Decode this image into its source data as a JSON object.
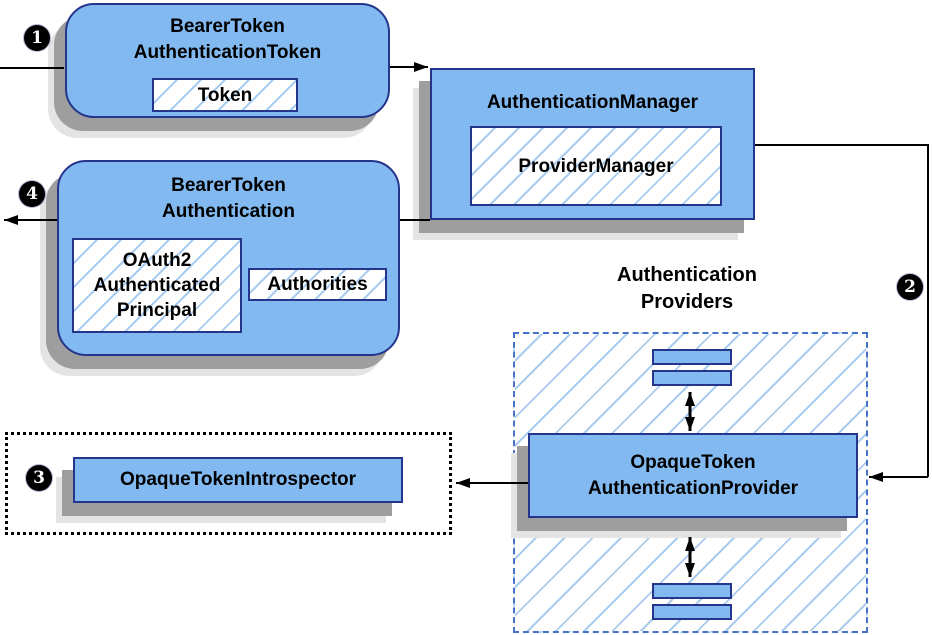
{
  "colors": {
    "box-fill": "#81B9F0",
    "box-border": "#26358C",
    "shadow-dark": "#9E9E9E",
    "shadow-light": "#E4E4E4",
    "hatch-line": "#A9CCEE",
    "dashed-border": "#4673C8",
    "connector": "#000000",
    "label-color": "#000000"
  },
  "steps": {
    "one": "1",
    "two": "2",
    "three": "3",
    "four": "4"
  },
  "nodes": {
    "bearer_token_authentication_token": {
      "title": "BearerToken\nAuthenticationToken",
      "token": "Token"
    },
    "authentication_manager": {
      "title": "AuthenticationManager",
      "provider_manager": "ProviderManager"
    },
    "bearer_token_authentication": {
      "title": "BearerToken\nAuthentication",
      "principal": "OAuth2\nAuthenticated\nPrincipal",
      "authorities": "Authorities"
    },
    "authentication_providers": {
      "label": "Authentication\nProviders",
      "opaque_token_authentication_provider": "OpaqueToken\nAuthenticationProvider"
    },
    "opaque_token_introspector": {
      "label": "OpaqueTokenIntrospector"
    }
  }
}
